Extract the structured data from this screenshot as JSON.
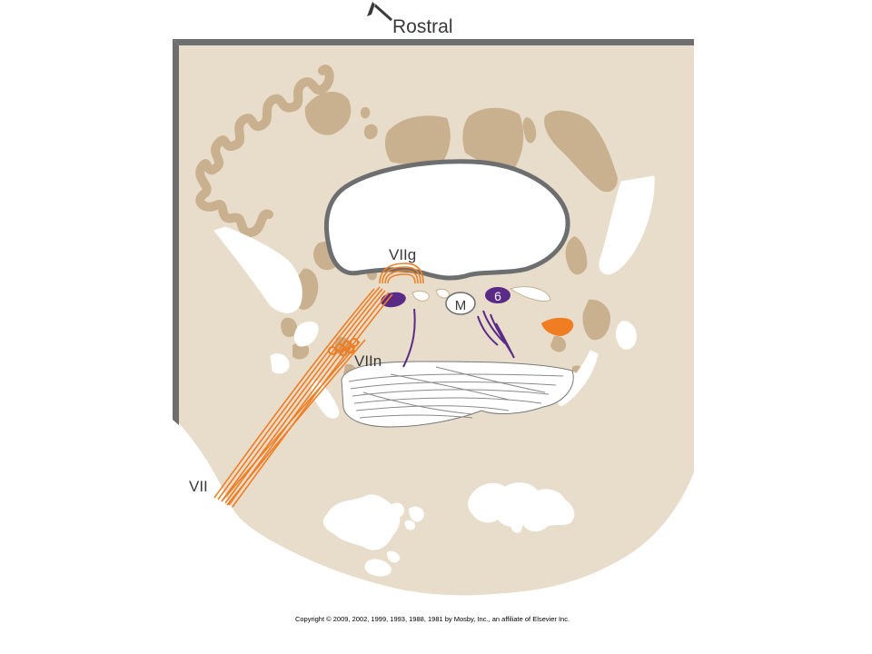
{
  "labels": {
    "rostral": "Rostral",
    "vii_genu": "VIIg",
    "vii_nucleus": "VIIn",
    "vii_nerve": "VII",
    "mlf": "M",
    "abducens": "6"
  },
  "copyright": "Copyright © 2009, 2002, 1999, 1993, 1988, 1981 by Mosby, Inc., an affiliate of Elsevier Inc.",
  "colors": {
    "background": "#ffffff",
    "tissue": "#e8dccb",
    "tissue_border": "#6d6e70",
    "gray_matter": "#c9b08f",
    "ventricle": "#ffffff",
    "facial_nerve": "#f07d22",
    "abducens": "#5a2a87",
    "text": "#3a3a3a"
  }
}
